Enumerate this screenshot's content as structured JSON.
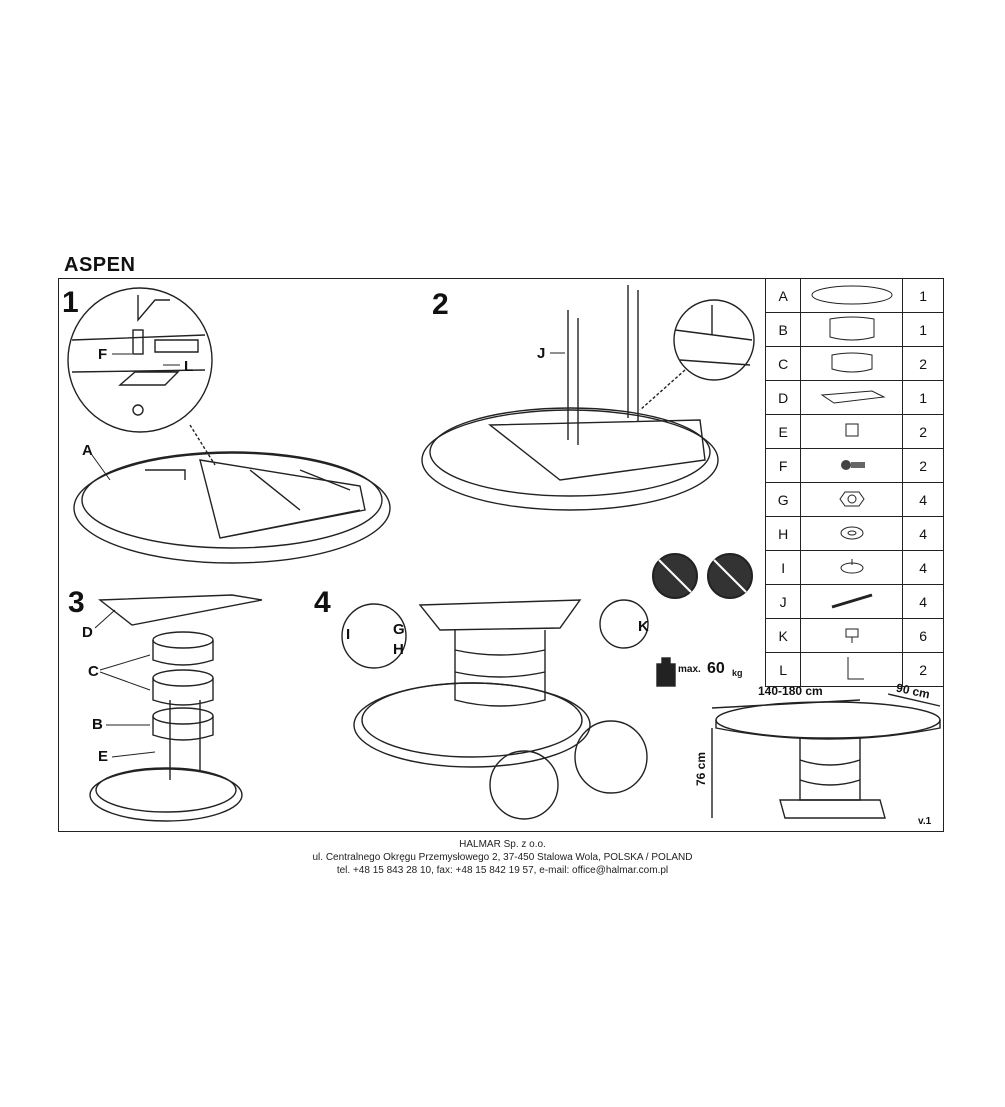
{
  "title": "ASPEN",
  "steps": [
    "1",
    "2",
    "3",
    "4"
  ],
  "labels": {
    "step1": [
      "F",
      "L",
      "A"
    ],
    "step2": [
      "J"
    ],
    "step3": [
      "D",
      "C",
      "B",
      "E"
    ],
    "step4": [
      "G",
      "I",
      "H",
      "K"
    ]
  },
  "parts": [
    {
      "letter": "A",
      "qty": "1",
      "icon": "tabletop-icon"
    },
    {
      "letter": "B",
      "qty": "1",
      "icon": "base-shell-icon"
    },
    {
      "letter": "C",
      "qty": "2",
      "icon": "base-ring-icon"
    },
    {
      "letter": "D",
      "qty": "1",
      "icon": "base-plate-icon"
    },
    {
      "letter": "E",
      "qty": "2",
      "icon": "bracket-icon"
    },
    {
      "letter": "F",
      "qty": "2",
      "icon": "screw-icon"
    },
    {
      "letter": "G",
      "qty": "4",
      "icon": "nut-icon"
    },
    {
      "letter": "H",
      "qty": "4",
      "icon": "washer-icon"
    },
    {
      "letter": "I",
      "qty": "4",
      "icon": "spring-washer-icon"
    },
    {
      "letter": "J",
      "qty": "4",
      "icon": "threaded-rod-icon"
    },
    {
      "letter": "K",
      "qty": "6",
      "icon": "glide-icon"
    },
    {
      "letter": "L",
      "qty": "2",
      "icon": "angle-bracket-icon"
    }
  ],
  "max_load": {
    "prefix": "max.",
    "value": "60",
    "unit": "kg"
  },
  "dimensions": {
    "length": "140-180 cm",
    "width": "90 cm",
    "height": "76 cm"
  },
  "version": "v.1",
  "footer": [
    "HALMAR Sp. z o.o.",
    "ul. Centralnego Okręgu Przemysłowego 2, 37-450 Stalowa Wola, POLSKA / POLAND",
    "tel. +48 15 843 28 10, fax: +48 15 842 19 57, e-mail: office@halmar.com.pl"
  ]
}
